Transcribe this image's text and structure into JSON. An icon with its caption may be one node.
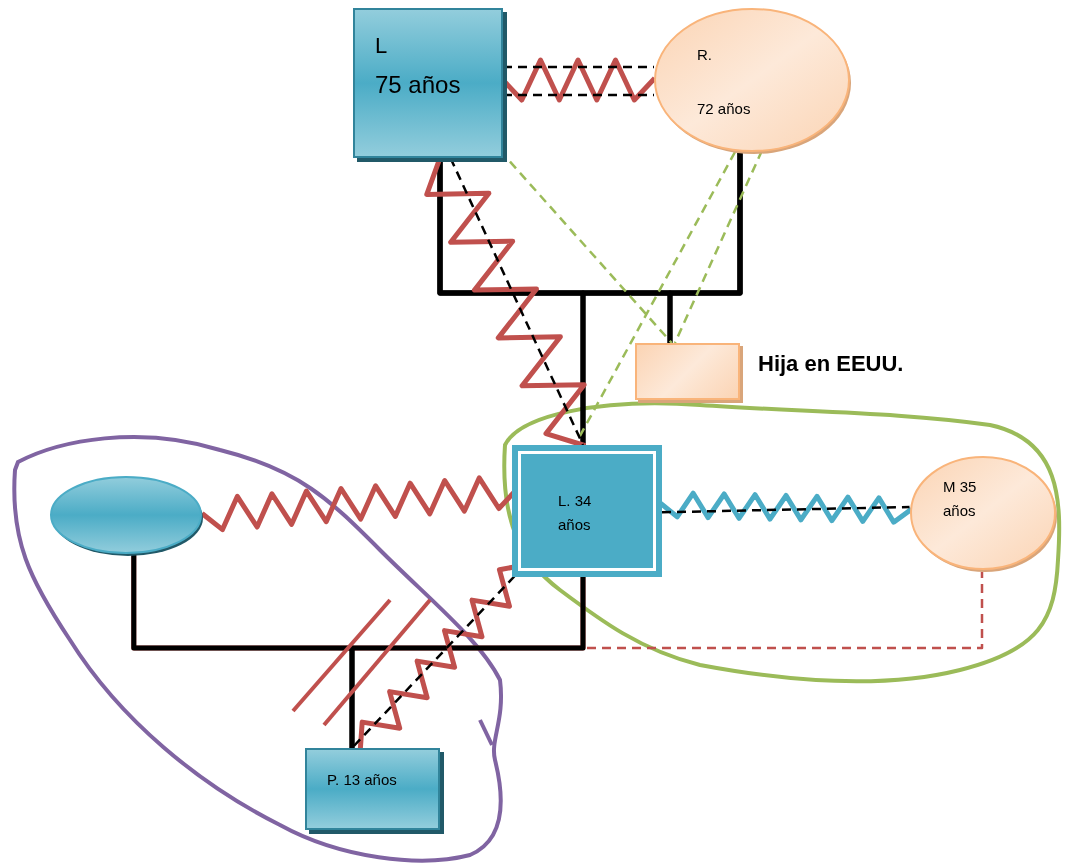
{
  "diagram": {
    "nodes": [
      {
        "text": [
          "L",
          "75 años"
        ]
      },
      {
        "text": [
          "R.",
          "72 años"
        ]
      },
      {
        "text": [],
        "shape": "box",
        "beside": [
          "Hija en EEUU."
        ]
      },
      {
        "text": [
          "L. 34 años"
        ]
      },
      {
        "text": [
          "M 35 años"
        ]
      },
      {
        "text": [],
        "shape": "ellipse"
      },
      {
        "text": [
          "P. 13 años"
        ]
      }
    ],
    "edges": [
      {
        "from": 0,
        "to": 1,
        "arrow": "none"
      },
      {
        "from": 0,
        "to": 3,
        "arrow": "none"
      },
      {
        "from": 1,
        "to": 3,
        "arrow": "none"
      },
      {
        "from": 0,
        "to": 2,
        "arrow": "none"
      },
      {
        "from": 1,
        "to": 2,
        "arrow": "none"
      },
      {
        "from": 0,
        "to": 1,
        "arrow": "none",
        "color": "#c0504d"
      },
      {
        "from": 0,
        "to": 1,
        "arrow": "none",
        "style": "dashed"
      },
      {
        "from": 0,
        "to": 1,
        "arrow": "none",
        "style": "dashed"
      },
      {
        "from": 0,
        "to": 2,
        "arrow": "none",
        "style": "dashed",
        "color": "#9bbb59"
      },
      {
        "from": 1,
        "to": 2,
        "arrow": "none",
        "style": "dashed",
        "color": "#9bbb59"
      },
      {
        "from": 1,
        "to": 3,
        "arrow": "none",
        "style": "dashed",
        "color": "#9bbb59"
      },
      {
        "from": 0,
        "to": 3,
        "arrow": "none",
        "color": "#c0504d"
      },
      {
        "from": 0,
        "to": 3,
        "arrow": "none",
        "style": "dashed"
      },
      {
        "from": 5,
        "to": 3,
        "arrow": "none",
        "color": "#c0504d"
      },
      {
        "from": 3,
        "to": 4,
        "arrow": "none",
        "color": "#4bacc6"
      },
      {
        "from": 3,
        "to": 4,
        "arrow": "none",
        "style": "dashed"
      },
      {
        "from": 5,
        "to": 3,
        "arrow": "none",
        "color": "#c0504d"
      },
      {
        "from": 3,
        "to": 4,
        "arrow": "none",
        "style": "dashed",
        "color": "#c0504d"
      },
      {
        "from": 5,
        "to": 6,
        "arrow": "none"
      },
      {
        "from": 3,
        "to": 6,
        "arrow": "none"
      },
      {
        "from": 3,
        "to": 6,
        "arrow": "none",
        "color": "#c0504d"
      },
      {
        "from": 3,
        "to": 6,
        "arrow": "none",
        "style": "dashed"
      }
    ]
  }
}
